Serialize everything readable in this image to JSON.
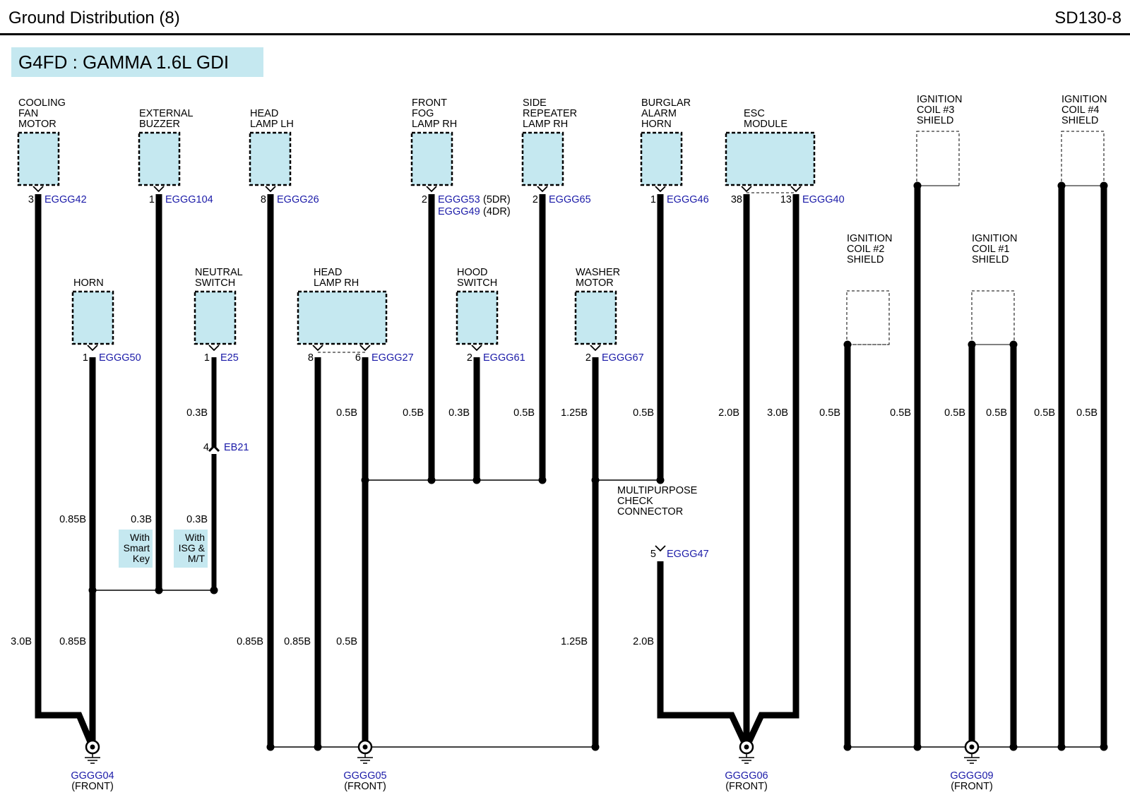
{
  "header": {
    "title": "Ground Distribution (8)",
    "code": "SD130-8"
  },
  "engine_label": "G4FD : GAMMA 1.6L GDI",
  "colors": {
    "component_fill": "#c5e8f0",
    "connector_code": "#1a1aa8",
    "wire": "#000000"
  },
  "components": {
    "cooling_fan_motor": [
      "COOLING",
      "FAN",
      "MOTOR"
    ],
    "external_buzzer": [
      "EXTERNAL",
      "BUZZER"
    ],
    "head_lamp_lh": [
      "HEAD",
      "LAMP LH"
    ],
    "front_fog_lamp_rh": [
      "FRONT",
      "FOG",
      "LAMP RH"
    ],
    "side_repeater_lamp_rh": [
      "SIDE",
      "REPEATER",
      "LAMP RH"
    ],
    "burglar_alarm_horn": [
      "BURGLAR",
      "ALARM",
      "HORN"
    ],
    "esc_module": [
      "ESC",
      "MODULE"
    ],
    "ignition_coil_3_shield": [
      "IGNITION",
      "COIL #3",
      "SHIELD"
    ],
    "ignition_coil_4_shield": [
      "IGNITION",
      "COIL #4",
      "SHIELD"
    ],
    "horn": [
      "HORN"
    ],
    "neutral_switch": [
      "NEUTRAL",
      "SWITCH"
    ],
    "head_lamp_rh": [
      "HEAD",
      "LAMP RH"
    ],
    "hood_switch": [
      "HOOD",
      "SWITCH"
    ],
    "washer_motor": [
      "WASHER",
      "MOTOR"
    ],
    "ignition_coil_2_shield": [
      "IGNITION",
      "COIL #2",
      "SHIELD"
    ],
    "ignition_coil_1_shield": [
      "IGNITION",
      "COIL #1",
      "SHIELD"
    ],
    "multipurpose_check_connector": [
      "MULTIPURPOSE",
      "CHECK",
      "CONNECTOR"
    ]
  },
  "connectors": {
    "cooling_fan_motor": {
      "pin": "3",
      "code": "EGGG42"
    },
    "external_buzzer": {
      "pin": "1",
      "code": "EGGG104"
    },
    "head_lamp_lh": {
      "pin": "8",
      "code": "EGGG26"
    },
    "front_fog_lamp_rh": {
      "pin": "2",
      "code": "EGGG53",
      "variant": "(5DR)",
      "code2": "EGGG49",
      "variant2": "(4DR)"
    },
    "side_repeater_lamp_rh": {
      "pin": "2",
      "code": "EGGG65"
    },
    "burglar_alarm_horn": {
      "pin": "1",
      "code": "EGGG46"
    },
    "esc_module": {
      "pin_a": "38",
      "pin_b": "13",
      "code": "EGGG40"
    },
    "horn": {
      "pin": "1",
      "code": "EGGG50"
    },
    "neutral_switch": {
      "pin": "1",
      "code": "E25"
    },
    "neutral_switch_inline": {
      "pin": "4",
      "code": "EB21"
    },
    "head_lamp_rh": {
      "pin_a": "8",
      "pin_b": "6",
      "code": "EGGG27"
    },
    "hood_switch": {
      "pin": "2",
      "code": "EGGG61"
    },
    "washer_motor": {
      "pin": "2",
      "code": "EGGG67"
    },
    "multipurpose_check_connector": {
      "pin": "5",
      "code": "EGGG47"
    }
  },
  "wire_sizes": {
    "neutral_upper": "0.3B",
    "head_lamp_rh_6": "0.5B",
    "fog_lamp": "0.5B",
    "hood_switch": "0.3B",
    "side_repeater": "0.5B",
    "washer_motor_upper": "1.25B",
    "burglar_alarm": "0.5B",
    "esc_38": "2.0B",
    "esc_13": "3.0B",
    "coil2": "0.5B",
    "coil3": "0.5B",
    "coil1_a": "0.5B",
    "coil1_b": "0.5B",
    "coil4_a": "0.5B",
    "coil4_b": "0.5B",
    "horn_upper": "0.85B",
    "buzzer": "0.3B",
    "neutral_lower": "0.3B",
    "cooling_fan": "3.0B",
    "horn_lower": "0.85B",
    "head_lamp_lh": "0.85B",
    "head_lamp_rh_8": "0.85B",
    "head_lamp_rh_lower": "0.5B",
    "washer_motor_lower": "1.25B",
    "multipurpose": "2.0B"
  },
  "option_notes": {
    "smart_key": [
      "With",
      "Smart",
      "Key"
    ],
    "isg_mt": [
      "With",
      "ISG &",
      "M/T"
    ]
  },
  "grounds": [
    {
      "code": "GGGG04",
      "location": "(FRONT)"
    },
    {
      "code": "GGGG05",
      "location": "(FRONT)"
    },
    {
      "code": "GGGG06",
      "location": "(FRONT)"
    },
    {
      "code": "GGGG09",
      "location": "(FRONT)"
    }
  ]
}
